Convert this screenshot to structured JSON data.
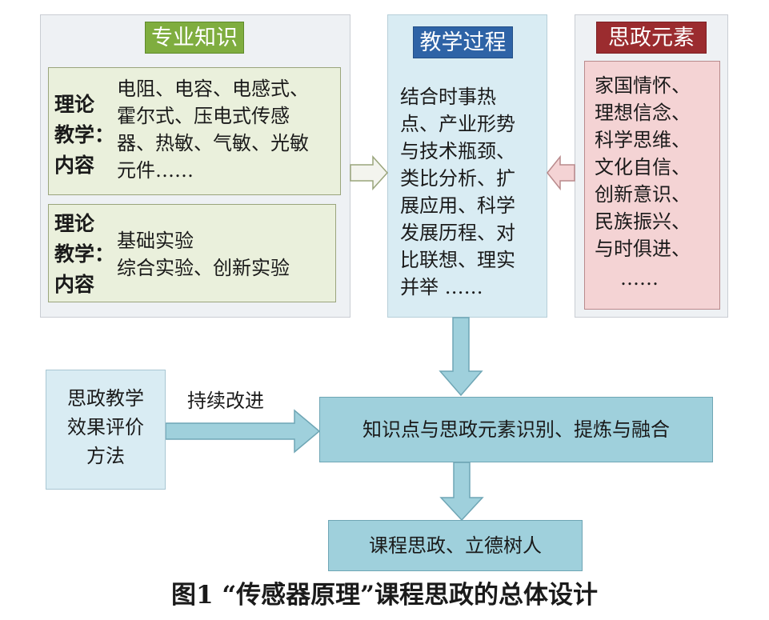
{
  "knowledge": {
    "tag": "专业知识",
    "theory": {
      "label_lines": [
        "理论",
        "教学：",
        "内容"
      ],
      "text_lines": [
        "电阻、电容、电感式、",
        "霍尔式、压电式传感",
        "器、热敏、气敏、光敏",
        "元件……"
      ]
    },
    "experiment": {
      "label_lines": [
        "理论",
        "教学：",
        "内容"
      ],
      "text_lines": [
        "基础实验",
        "综合实验、创新实验"
      ]
    }
  },
  "process": {
    "tag": "教学过程",
    "text_lines": [
      "结合时事热",
      "点、产业形势",
      "与技术瓶颈、",
      "类比分析、扩",
      "展应用、科学",
      "发展历程、对",
      "比联想、理实",
      "并举 ……"
    ]
  },
  "elements": {
    "tag": "思政元素",
    "text_lines": [
      "家国情怀、",
      "理想信念、",
      "科学思维、",
      "文化自信、",
      "创新意识、",
      "民族振兴、",
      "与时俱进、"
    ],
    "ellipsis": "……"
  },
  "evaluation": {
    "text_lines": [
      "思政教学",
      "效果评价",
      "方法"
    ]
  },
  "improve_label": "持续改进",
  "integration": "知识点与思政元素识别、提炼与融合",
  "result": "课程思政、立德树人",
  "caption": "图1 “传感器原理”课程思政的总体设计",
  "colors": {
    "tag_green": "#7fad3f",
    "tag_blue": "#2e63a6",
    "tag_red": "#9b2c2f",
    "flow_box": "#9fd0dc",
    "panel_blue": "#d9ecf3",
    "pink": "#f4d3d4",
    "sub_green": "#eaf0dc"
  }
}
